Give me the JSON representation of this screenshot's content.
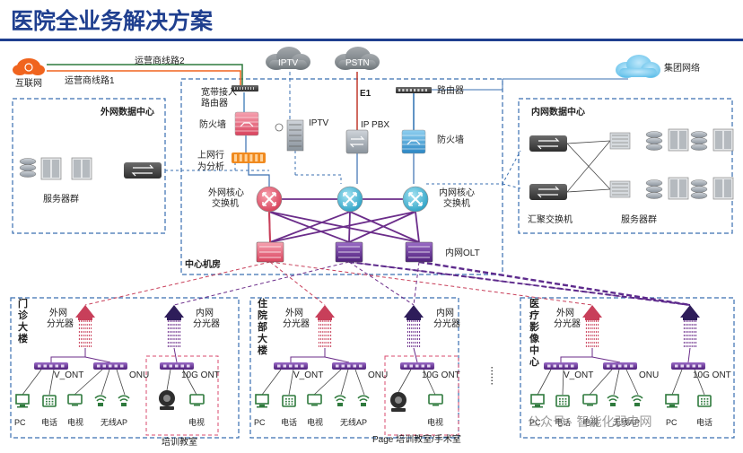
{
  "title": "医院全业务解决方案",
  "colors": {
    "title": "#1f3f8f",
    "titleBar": "#1f3f8f",
    "extFirewall": "#e85a75",
    "inFirewall": "#2f95d6",
    "extCore": "#e65a6c",
    "inCore": "#37b0cc",
    "olt_red": "#d94a5f",
    "olt_purple": "#5d2a8c",
    "purple": "#6b2d8a",
    "green": "#2f7a3d",
    "orange": "#f0641e",
    "gray": "#7f7f7f",
    "dark": "#3a3a3a"
  },
  "top": {
    "internet": "互联网",
    "line2": "运营商线路2",
    "line1": "运营商线路1",
    "iptv_cloud": "IPTV",
    "pstn_cloud": "PSTN",
    "group_cloud": "集团网络",
    "e1": "E1",
    "broadband_router": "宽带接入路由器",
    "router": "路由器"
  },
  "center": {
    "firewall_ext": "防火墙",
    "behavior": "上网行为分析",
    "iptv_server": "IPTV",
    "ippbx": "IP PBX",
    "firewall_in": "防火墙",
    "ext_core": "外网核心交换机",
    "in_core": "内网核心交换机",
    "room": "中心机房",
    "in_olt": "内网OLT"
  },
  "left_dc": {
    "title": "外网数据中心",
    "servers": "服务器群"
  },
  "right_dc": {
    "title": "内网数据中心",
    "agg": "汇聚交换机",
    "servers": "服务器群"
  },
  "buildings": [
    {
      "name": "门诊大楼",
      "ext_splitter": "外网分光器",
      "in_splitter": "内网分光器",
      "ont": "V_ONT",
      "onu": "ONU",
      "ont10g": "10G ONT",
      "devices": [
        "PC",
        "电话",
        "电视",
        "无线AP"
      ],
      "tv2": "电视",
      "room": "培训教室"
    },
    {
      "name": "住院部大楼",
      "ext_splitter": "外网分光器",
      "in_splitter": "内网分光器",
      "ont": "V_ONT",
      "onu": "ONU",
      "ont10g": "10G ONT",
      "devices": [
        "PC",
        "电话",
        "电视",
        "无线AP"
      ],
      "tv2": "电视",
      "room": "Page 培训教室/手术室"
    },
    {
      "name": "医疗影像中心",
      "ext_splitter": "外网分光器",
      "in_splitter": "",
      "ont": "V_ONT",
      "onu": "ONU",
      "ont10g": "10G ONT",
      "devices": [
        "PC",
        "电话",
        "电视",
        "无线AP"
      ],
      "pc2": "PC",
      "phone2": "电话"
    }
  ],
  "ellipsis": "......",
  "watermark": "公众号 · 智能化弱电网"
}
